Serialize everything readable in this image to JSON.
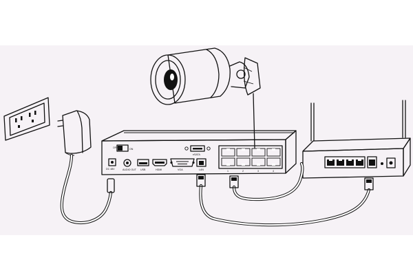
{
  "nvr": {
    "switch_off_label": "OFF",
    "switch_on_label": "ON",
    "dc_label": "DC 48V",
    "audio_label": "AUDIO OUT",
    "usb_label": "USB",
    "hdmi_label": "HDMI",
    "vga_label": "VGA",
    "esata_label": "eSATA",
    "lan_label": "LAN",
    "poe_labels": [
      "1",
      "2",
      "3",
      "4"
    ]
  },
  "colors": {
    "background_band": "#f6f2f6",
    "line": "#111111",
    "fill": "#ffffff"
  }
}
